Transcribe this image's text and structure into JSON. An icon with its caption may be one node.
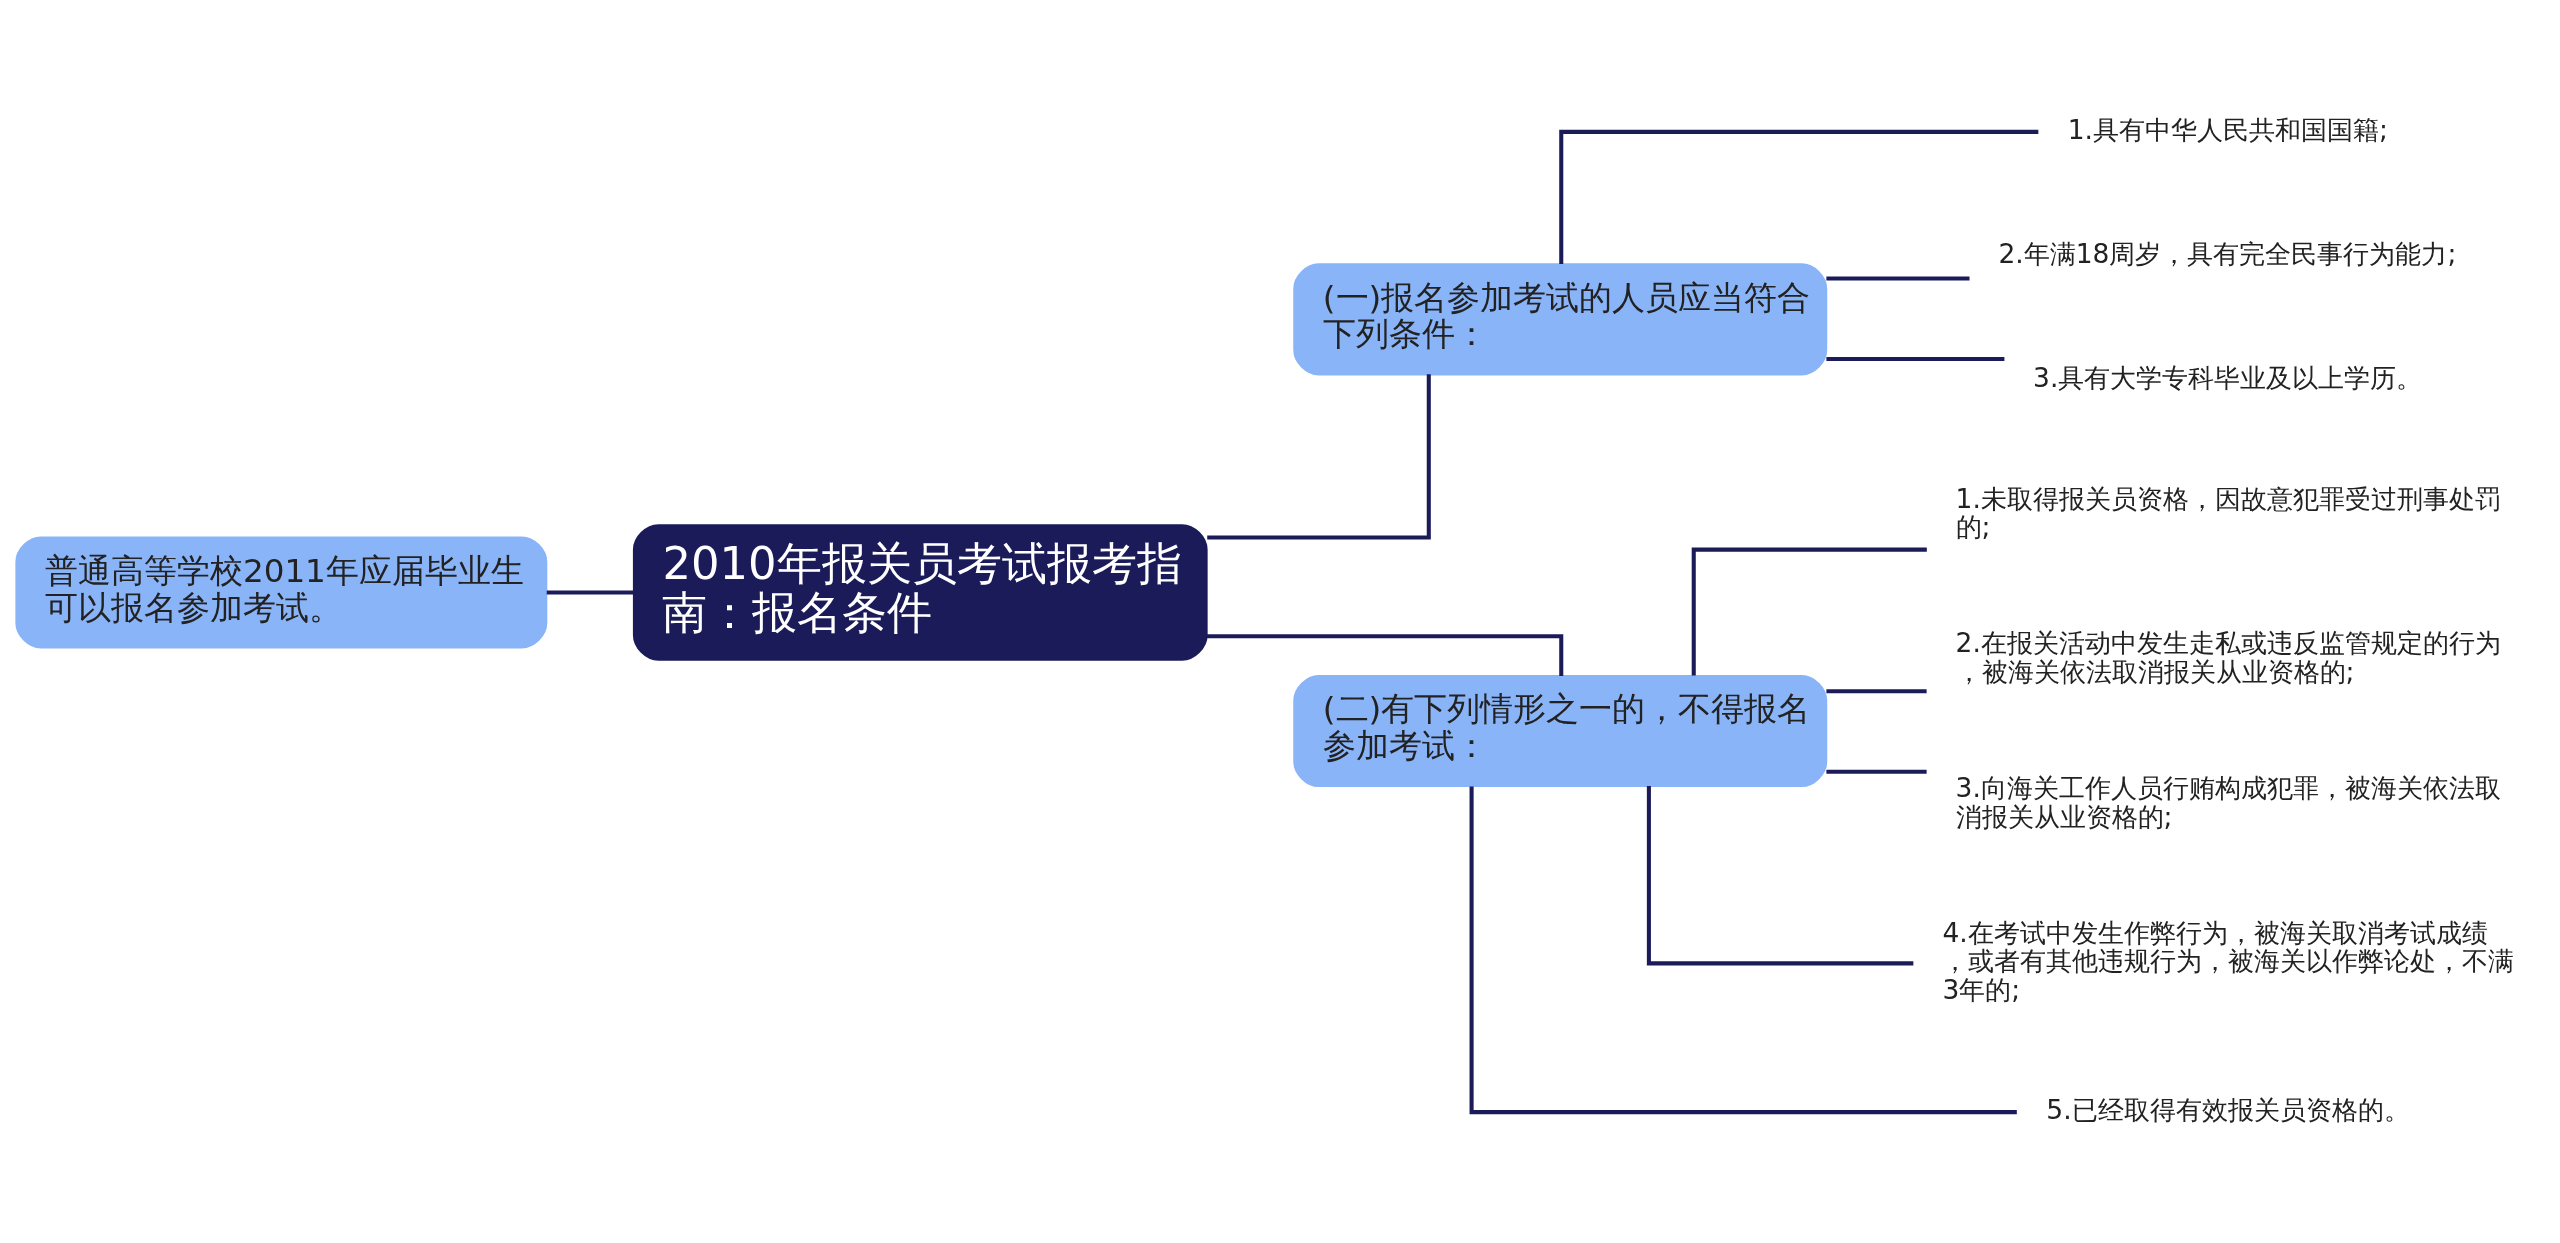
{
  "diagram": {
    "nodes": [
      {
        "text": [
          "2010年报关员考试报考指南：报名条件"
        ]
      },
      {
        "text": [
          "普通高等学校2011年应届毕业生可以报名参加考试。"
        ]
      },
      {
        "text": [
          "(一)报名参加考试的人员应当符合下列条件："
        ]
      },
      {
        "text": [
          "1.具有中华人民共和国国籍;"
        ]
      },
      {
        "text": [
          "2.年满18周岁，具有完全民事行为能力;"
        ]
      },
      {
        "text": [
          "3.具有大学专科毕业及以上学历。"
        ]
      },
      {
        "text": [
          "(二)有下列情形之一的，不得报名参加考试："
        ]
      },
      {
        "text": [
          "1.未取得报关员资格，因故意犯罪受过刑事处罚的;"
        ]
      },
      {
        "text": [
          "2.在报关活动中发生走私或违反监管规定的行为，被海关依法取消报关从业资格的;"
        ]
      },
      {
        "text": [
          "3.向海关工作人员行贿构成犯罪，被海关依法取消报关从业资格的;"
        ]
      },
      {
        "text": [
          "4.在考试中发生作弊行为，被海关取消考试成绩，或者有其他违规行为，被海关以作弊论处，不满3年的;"
        ]
      },
      {
        "text": [
          "5.已经取得有效报关员资格的。"
        ]
      }
    ],
    "edges": [
      {
        "from": 0,
        "to": 1,
        "arrow": "none"
      },
      {
        "from": 0,
        "to": 2,
        "arrow": "none"
      },
      {
        "from": 0,
        "to": 6,
        "arrow": "none"
      },
      {
        "from": 2,
        "to": 3,
        "arrow": "none"
      },
      {
        "from": 2,
        "to": 4,
        "arrow": "none"
      },
      {
        "from": 2,
        "to": 5,
        "arrow": "none"
      },
      {
        "from": 6,
        "to": 7,
        "arrow": "none"
      },
      {
        "from": 6,
        "to": 8,
        "arrow": "none"
      },
      {
        "from": 6,
        "to": 9,
        "arrow": "none"
      },
      {
        "from": 6,
        "to": 10,
        "arrow": "none"
      },
      {
        "from": 6,
        "to": 11,
        "arrow": "none"
      }
    ]
  }
}
